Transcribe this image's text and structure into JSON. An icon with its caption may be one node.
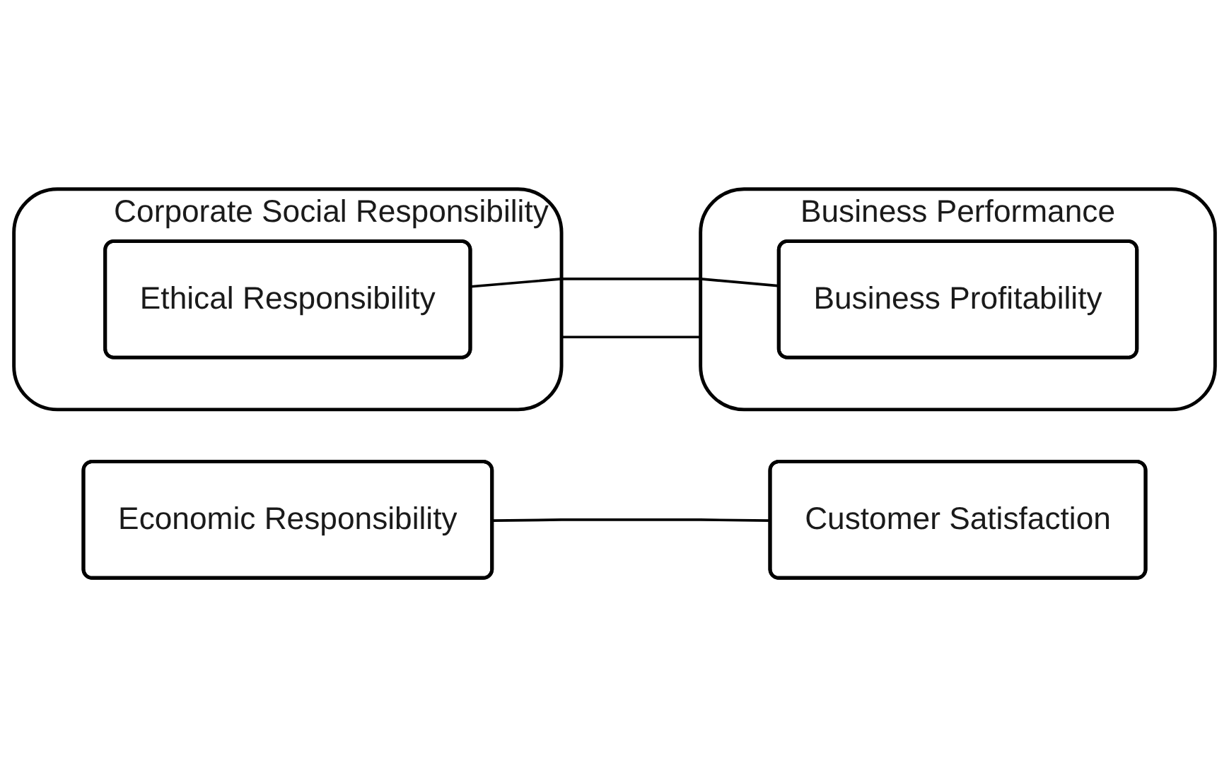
{
  "diagram": {
    "nodes": [
      {
        "text": [
          "Corporate Social Responsibility"
        ]
      },
      {
        "text": [
          "Ethical Responsibility"
        ],
        "in": 0
      },
      {
        "text": [
          "Economic Responsibility"
        ]
      },
      {
        "text": [
          "Business Performance"
        ]
      },
      {
        "text": [
          "Business Profitability"
        ],
        "in": 3
      },
      {
        "text": [
          "Customer Satisfaction"
        ]
      }
    ],
    "edges": [
      {
        "from": 1,
        "to": 4,
        "arrow": "none"
      },
      {
        "from": 0,
        "to": 3,
        "arrow": "none"
      },
      {
        "from": 2,
        "to": 5,
        "arrow": "none"
      }
    ]
  }
}
